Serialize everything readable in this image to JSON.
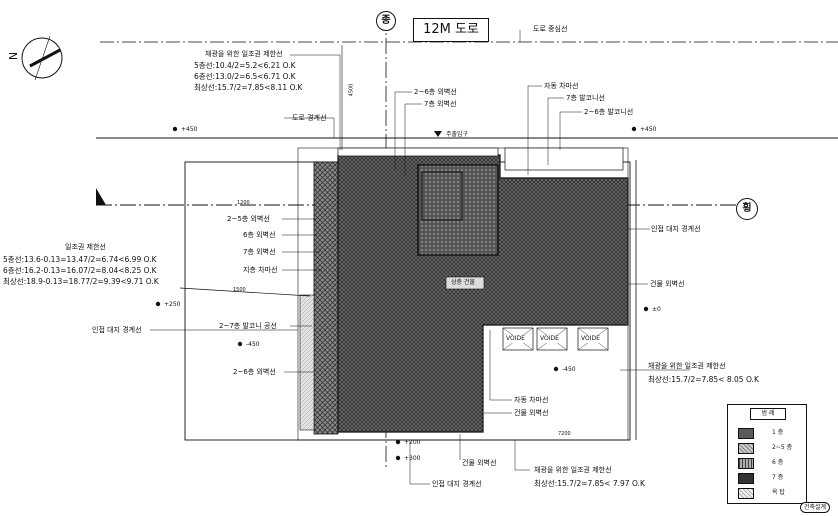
{
  "road": {
    "label": "12M 도로",
    "center_line": "도로 중심선",
    "boundary": "도로 경계선"
  },
  "compass": {
    "north": "N"
  },
  "markers": {
    "longitudinal": "종",
    "transverse": "횡"
  },
  "setback_top": {
    "title": "채광을 위한 일조권 제한선",
    "line5": "5층선:10.4/2=5.2<6.21  O.K",
    "line6": "6층선:13.0/2=6.5<6.71  O.K",
    "line_max": "최상선:15.7/2=7.85<8.11 O.K"
  },
  "setback_left": {
    "title": "일조권 제한선",
    "line5": "5층선:13.6-0.13=13.47/2=6.74<6.99 O.K",
    "line6": "6층선:16.2-0.13=16.07/2=8.04<8.25 O.K",
    "line_max": "최상선:18.9-0.13=18.77/2=9.39<9.71 O.K"
  },
  "setback_right": {
    "title": "채광을 위한 일조권 제한선",
    "line_max": "최상선:15.7/2=7.85< 8.05  O.K"
  },
  "setback_bottom": {
    "title": "채광을 위한 일조권 제한선",
    "line_max": "최상선:15.7/2=7.85< 7.97 O.K"
  },
  "labels": {
    "wall_2_6_top": "2~6층 외벽선",
    "wall_7_top": "7층 외벽선",
    "parking_ramp": "자동 차마선",
    "balcony_7": "7층 발코니선",
    "balcony_2_6": "2~6층 발코니선",
    "entrance": "주출입구",
    "wall_2_5": "2~5층 외벽선",
    "wall_6": "6층 외벽선",
    "wall_7_left": "7층 외벽선",
    "basement": "지층 차마선",
    "neighbor_boundary_right": "인접 대지 경계선",
    "building_wall_right": "건물 외벽선",
    "neighbor_boundary_left": "인접 대지 경계선",
    "balcony_2_7": "2~7층 발코니 공선",
    "wall_2_6_left": "2~6층 외벽선",
    "parking_ramp_bottom": "자동 차마선",
    "building_wall_bottom": "건물 외벽선",
    "building_wall_low": "건물 외벽선",
    "neighbor_boundary_bottom": "인접 대지 경계선",
    "center_label": "상층 건물",
    "void": "VOIDE"
  },
  "levels": {
    "l450_top": "+450",
    "l450_right": "+450",
    "l250": "+250",
    "l450_left": "-450",
    "l450_bottom": "-450",
    "l0": "±0",
    "l200": "+200",
    "l300": "+300"
  },
  "dims": {
    "d1": "1200",
    "d2": "7200",
    "d3": "1500",
    "d4": "4500"
  },
  "legend": {
    "title": "범 례",
    "items": [
      {
        "label": "1 층",
        "pattern": "dense"
      },
      {
        "label": "2~5 층",
        "pattern": "cross"
      },
      {
        "label": "6 층",
        "pattern": "vert"
      },
      {
        "label": "7 층",
        "pattern": "dots"
      },
      {
        "label": "옥 탑",
        "pattern": "x"
      }
    ]
  },
  "corner_mark": "건축설계"
}
